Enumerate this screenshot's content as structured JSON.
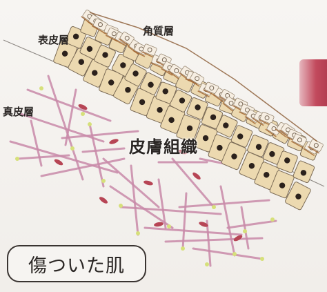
{
  "labels": {
    "epidermis": "表皮層",
    "stratum_corneum": "角質層",
    "dermis": "真皮層",
    "skin_tissue": "皮膚組織"
  },
  "caption": "傷ついた肌",
  "colors": {
    "cell_fill": "#ecd9b0",
    "cell_stroke": "#7a6a55",
    "nucleus": "#2b211c",
    "collagen": "#c98aa9",
    "fibroblast": "#b74555",
    "fiber_tip": "#d6e07a",
    "side_tab": "#c24a5d"
  }
}
